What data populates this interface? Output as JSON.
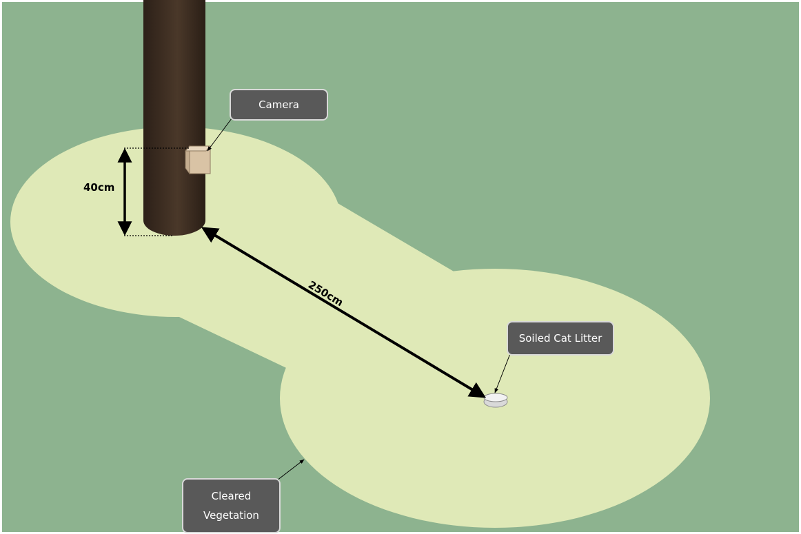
{
  "labels": {
    "camera": "Camera",
    "soiled_cat_litter": "Soiled Cat Litter",
    "cleared_vegetation": "Cleared\nVegetation"
  },
  "measurements": {
    "camera_height": "40cm",
    "distance": "250cm"
  },
  "colors": {
    "background_vegetation": "#8db38f",
    "cleared_area": "#dfe9b7",
    "post": "#3d2d22",
    "camera": "#dcc6a9",
    "callout": "#595959"
  }
}
